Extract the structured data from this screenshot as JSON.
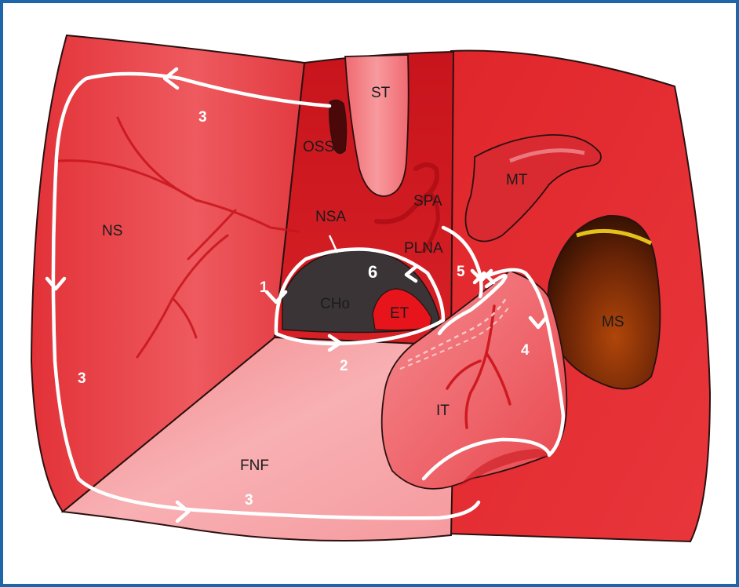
{
  "colors": {
    "border": "#1f66a8",
    "tissue_dark": "#c8141c",
    "tissue_mid": "#e42a2c",
    "tissue_light": "#f26d72",
    "floor_light": "#f7a2a6",
    "outline": "#2a1010",
    "route": "#ffffff",
    "choana": "#3a3436",
    "sinus_dark": "#3a1404",
    "sinus_mid": "#9a3a08",
    "sinus_rim": "#e5c21a"
  },
  "structures": {
    "st": "ST",
    "oss": "OSS",
    "mt": "MT",
    "spa": "SPA",
    "ns": "NS",
    "nsa": "NSA",
    "plna": "PLNA",
    "cho": "CHo",
    "et": "ET",
    "ms": "MS",
    "it": "IT",
    "fnf": "FNF"
  },
  "route_numbers": {
    "r1": "1",
    "r2": "2",
    "r3_top": "3",
    "r3_left": "3",
    "r3_bottom": "3",
    "r4": "4",
    "r5": "5",
    "r6": "6"
  }
}
